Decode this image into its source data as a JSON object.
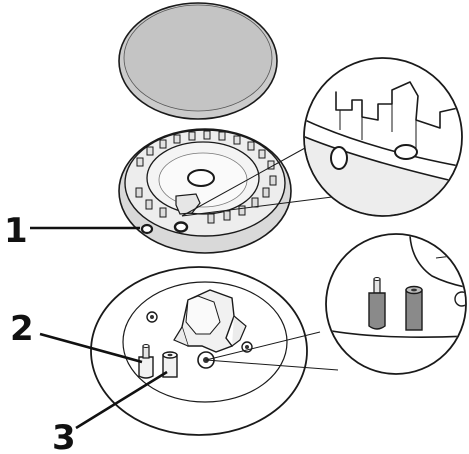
{
  "callouts": [
    {
      "number": "1"
    },
    {
      "number": "2"
    },
    {
      "number": "3"
    }
  ],
  "parts": [
    "burner-cap",
    "burner-crown",
    "burner-base",
    "electrode",
    "thermocouple"
  ],
  "colors": {
    "cap_fill": "#c9c9c9",
    "part_fill": "#ececec",
    "metal_fill": "#8a8a8a",
    "line": "#1a1a1a"
  }
}
